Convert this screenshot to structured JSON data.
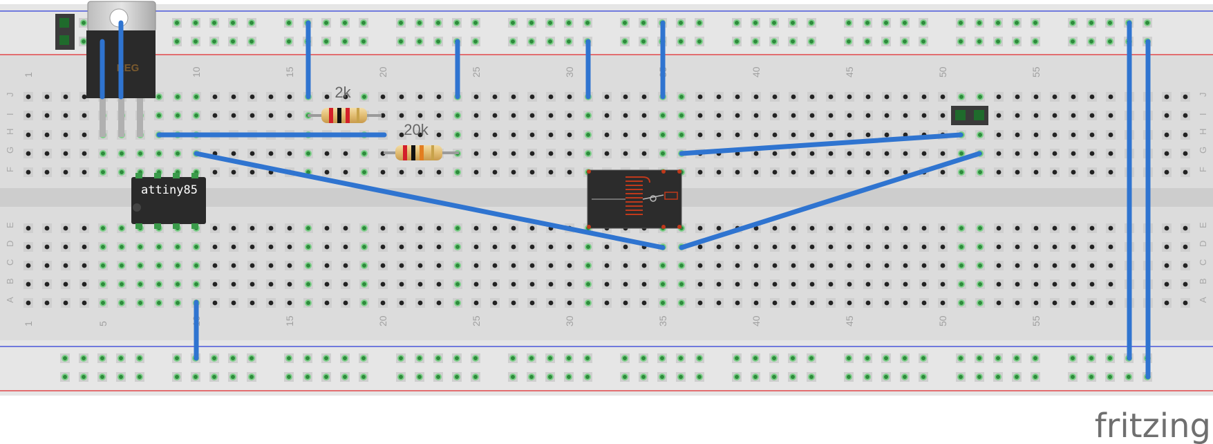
{
  "breadboard": {
    "column_numbers": [
      "1",
      "5",
      "10",
      "15",
      "20",
      "25",
      "30",
      "35",
      "40",
      "45",
      "50",
      "55"
    ],
    "row_letters_top": [
      "J",
      "I",
      "H",
      "G",
      "F"
    ],
    "row_letters_bottom": [
      "E",
      "D",
      "C",
      "B",
      "A"
    ],
    "rail_color_positive": "#e0262a",
    "rail_color_negative": "#2a3bd8",
    "board_color": "#d9d9d9",
    "wire_color": "#2f74d0"
  },
  "components": {
    "regulator": {
      "label": "REG"
    },
    "chip": {
      "label": "attiny85"
    },
    "resistor_1": {
      "label": "2k"
    },
    "resistor_2": {
      "label": "20k"
    },
    "relay": {
      "label": ""
    },
    "header_left": {
      "label": ""
    },
    "header_right": {
      "label": ""
    }
  },
  "brand": {
    "logo_text": "fritzing"
  }
}
